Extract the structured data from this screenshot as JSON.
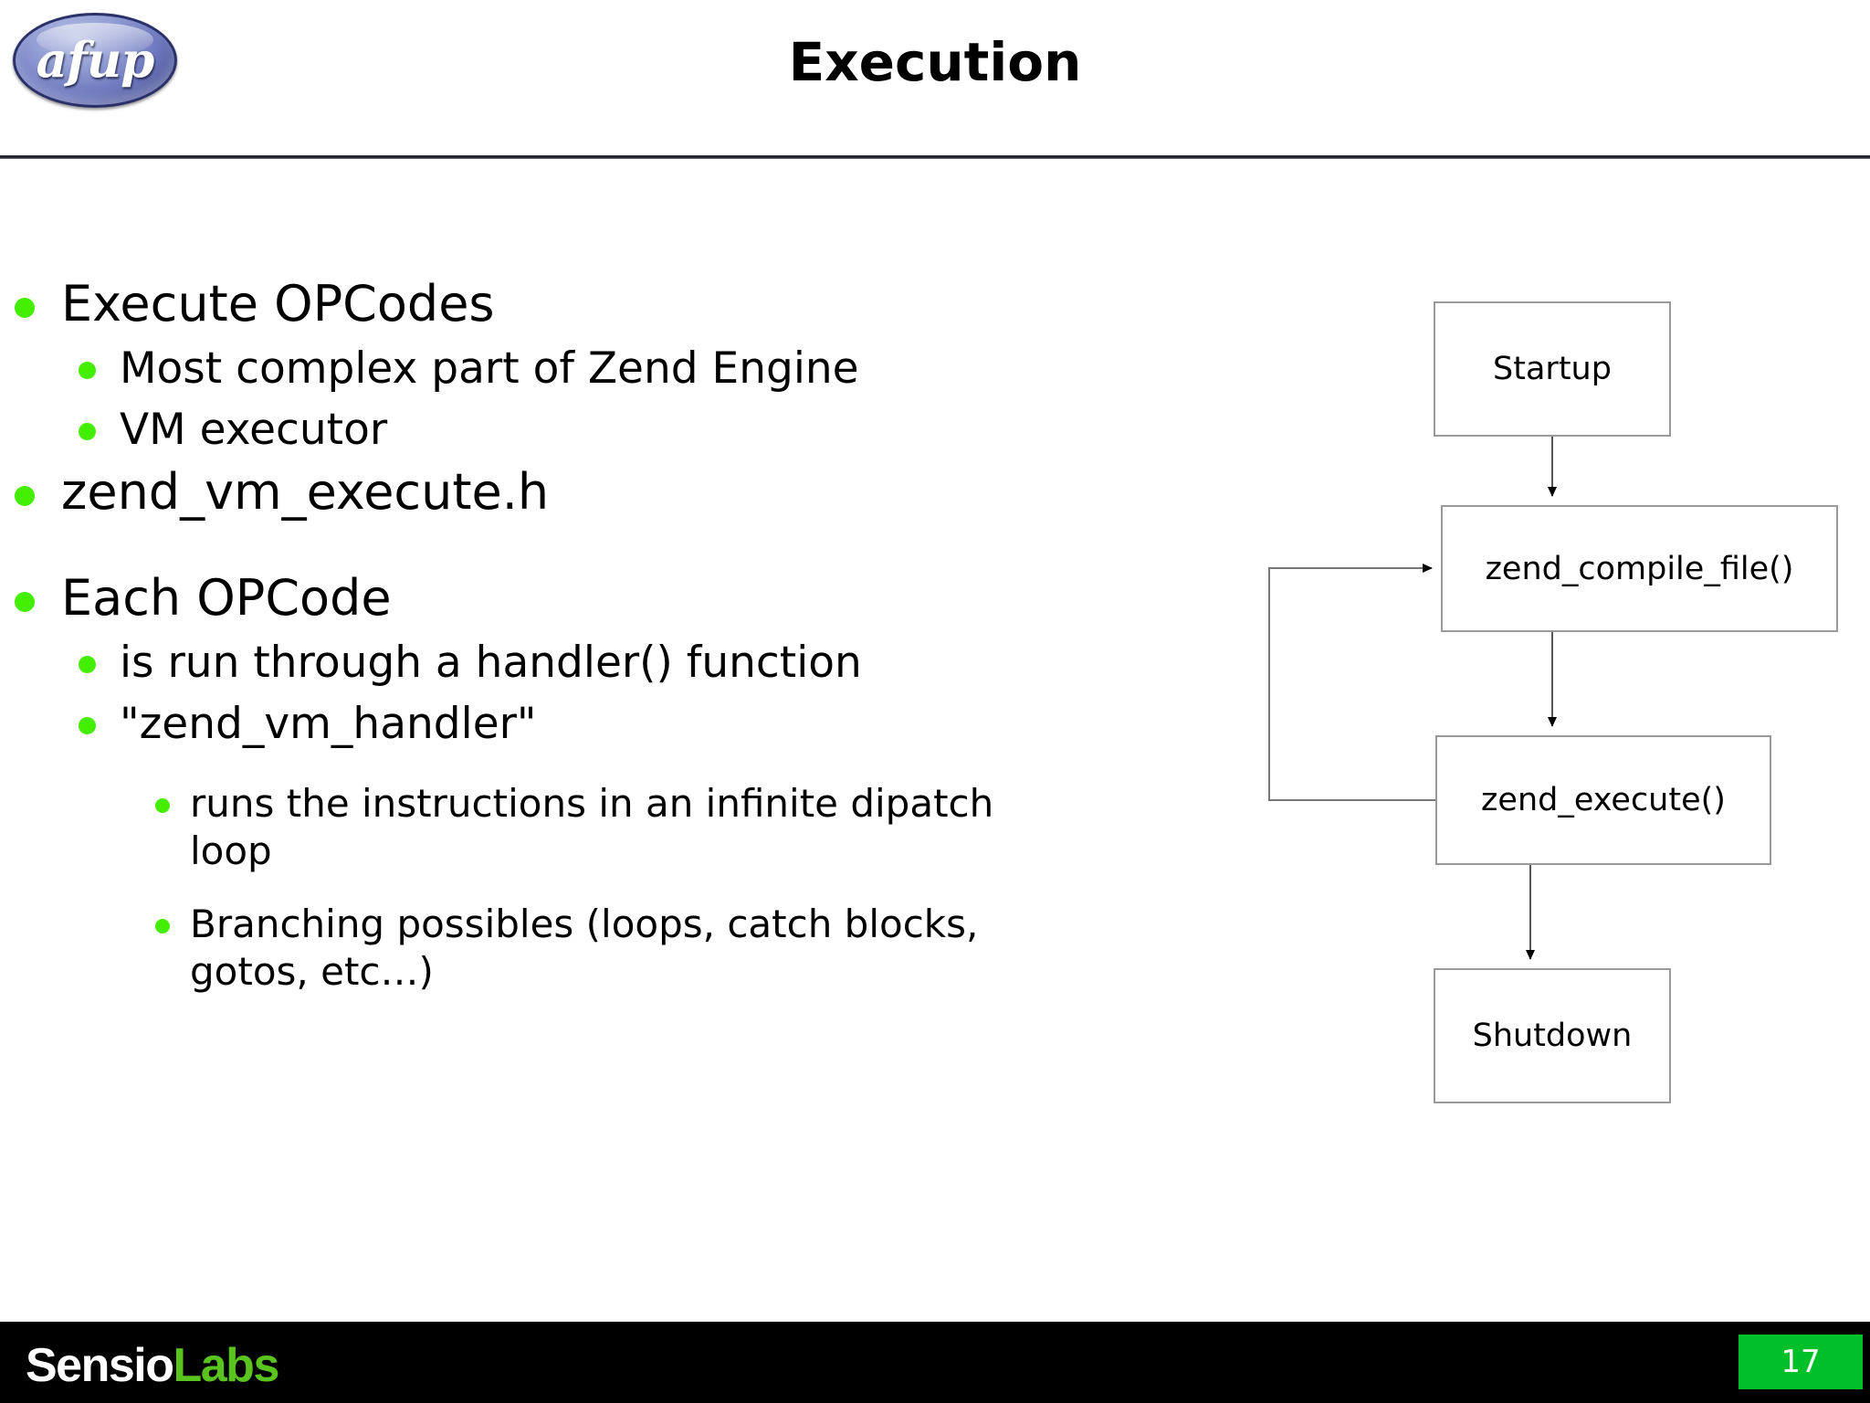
{
  "slide": {
    "title": "Execution",
    "page_number": "17",
    "accent_green": "#44ee00",
    "badge_green": "#00c02a",
    "labs_green": "#5ac41f",
    "footer_background": "#000000",
    "box_border": "#9a9a9a"
  },
  "logo": {
    "afup_text": "afup"
  },
  "bullets": {
    "b1": "Execute OPCodes",
    "b1_1": "Most complex part of Zend Engine",
    "b1_2": "VM executor",
    "b2": "zend_vm_execute.h",
    "b3": "Each OPCode",
    "b3_1": "is run through a handler() function",
    "b3_2": "\"zend_vm_handler\"",
    "b3_2_1": "runs the instructions in an infinite dipatch loop",
    "b3_2_2": "Branching possibles (loops, catch blocks, gotos, etc…)"
  },
  "flowchart": {
    "nodes": [
      {
        "id": "startup",
        "label": "Startup"
      },
      {
        "id": "compile",
        "label": "zend_compile_file()"
      },
      {
        "id": "execute",
        "label": "zend_execute()"
      },
      {
        "id": "shutdown",
        "label": "Shutdown"
      }
    ],
    "node_startup": "Startup",
    "node_compile": "zend_compile_file()",
    "node_execute": "zend_execute()",
    "node_shutdown": "Shutdown",
    "edges": [
      {
        "from": "startup",
        "to": "compile",
        "kind": "down-arrow"
      },
      {
        "from": "compile",
        "to": "execute",
        "kind": "down-arrow"
      },
      {
        "from": "execute",
        "to": "compile",
        "kind": "loop-back-left-arrow"
      },
      {
        "from": "execute",
        "to": "shutdown",
        "kind": "down-arrow"
      }
    ]
  },
  "footer": {
    "sensio": "Sensio",
    "labs": "Labs"
  }
}
